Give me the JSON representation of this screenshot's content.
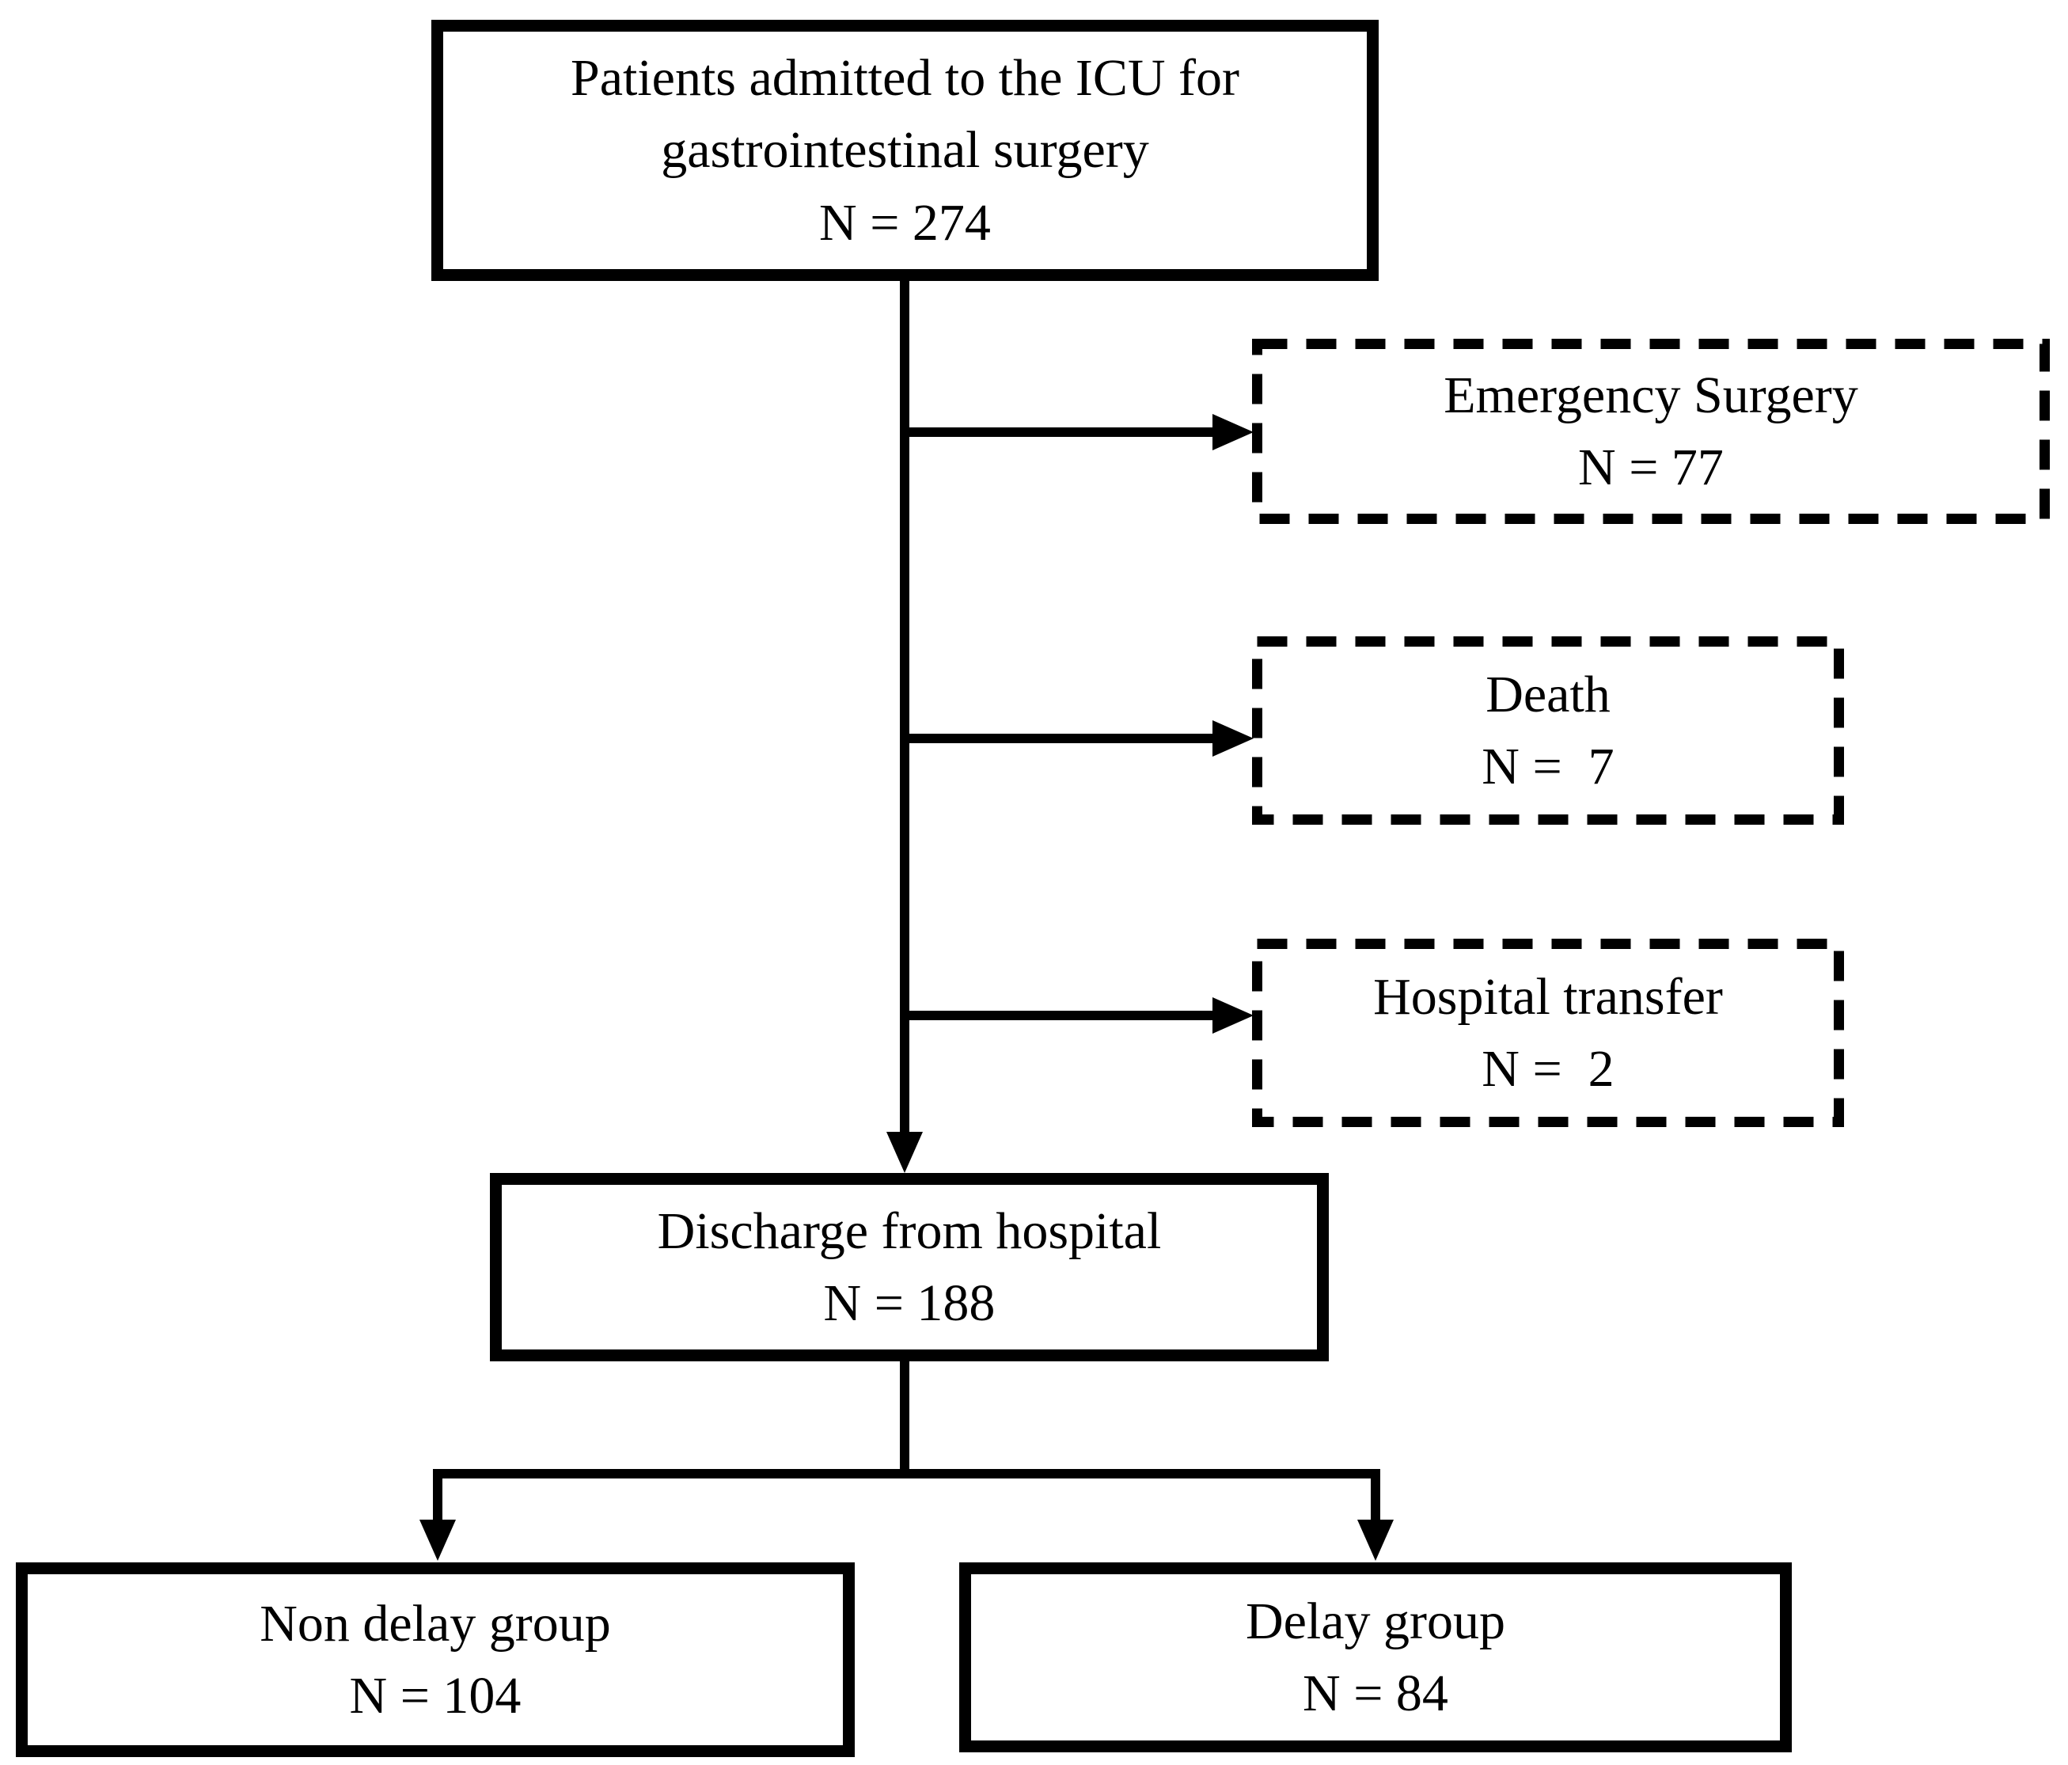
{
  "figure": {
    "type": "flowchart",
    "background_color": "#ffffff",
    "line_color": "#000000",
    "text_color": "#000000"
  },
  "nodes": {
    "admitted": {
      "label": "Patients admitted to the ICU for\ngastrointestinal surgery",
      "count": "N = 274",
      "border": "solid"
    },
    "emergency": {
      "label": "Emergency Surgery",
      "count": "N = 77",
      "border": "dashed"
    },
    "death": {
      "label": "Death",
      "count": "N =  7",
      "border": "dashed"
    },
    "transfer": {
      "label": "Hospital transfer",
      "count": "N =  2",
      "border": "dashed"
    },
    "discharge": {
      "label": "Discharge from hospital",
      "count": "N = 188",
      "border": "solid"
    },
    "non_delay": {
      "label": "Non delay group",
      "count": "N = 104",
      "border": "solid"
    },
    "delay": {
      "label": "Delay group",
      "count": "N = 84",
      "border": "solid"
    }
  },
  "edges": [
    {
      "from": "admitted",
      "to": "emergency"
    },
    {
      "from": "admitted",
      "to": "death"
    },
    {
      "from": "admitted",
      "to": "transfer"
    },
    {
      "from": "admitted",
      "to": "discharge"
    },
    {
      "from": "discharge",
      "to": "non_delay"
    },
    {
      "from": "discharge",
      "to": "delay"
    }
  ]
}
